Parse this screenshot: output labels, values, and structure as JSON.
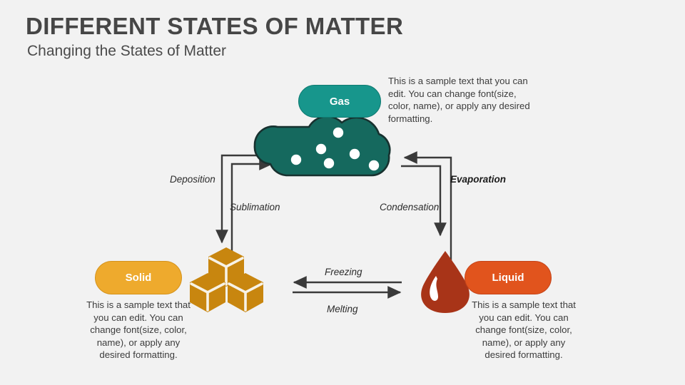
{
  "slide": {
    "title": "DIFFERENT STATES OF MATTER",
    "subtitle": "Changing the States of Matter",
    "background_color": "#f2f2f2"
  },
  "states": {
    "gas": {
      "label": "Gas",
      "pill_color": "#17968c",
      "icon": "cloud-icon",
      "icon_color": "#15695e",
      "description": "This is a sample text that you can edit. You can change font(size, color, name), or apply any desired formatting."
    },
    "solid": {
      "label": "Solid",
      "pill_color": "#eeaa2d",
      "icon": "cubes-icon",
      "icon_color": "#c8860f",
      "description": "This is a sample text that you can edit. You can change font(size, color, name), or apply any desired formatting."
    },
    "liquid": {
      "label": "Liquid",
      "pill_color": "#e1541d",
      "icon": "water-drop-icon",
      "icon_color": "#a83418",
      "description": "This is a sample text that you can edit. You can change font(size, color, name), or apply any desired formatting."
    }
  },
  "transitions": {
    "deposition": {
      "label": "Deposition",
      "from": "gas",
      "to": "solid",
      "emphasis": "italic"
    },
    "sublimation": {
      "label": "Sublimation",
      "from": "solid",
      "to": "gas",
      "emphasis": "italic"
    },
    "condensation": {
      "label": "Condensation",
      "from": "gas",
      "to": "liquid",
      "emphasis": "italic"
    },
    "evaporation": {
      "label": "Evaporation",
      "from": "liquid",
      "to": "gas",
      "emphasis": "bold-italic"
    },
    "freezing": {
      "label": "Freezing",
      "from": "liquid",
      "to": "solid",
      "emphasis": "italic"
    },
    "melting": {
      "label": "Melting",
      "from": "solid",
      "to": "liquid",
      "emphasis": "italic"
    }
  },
  "arrow_color": "#3a3a3a"
}
